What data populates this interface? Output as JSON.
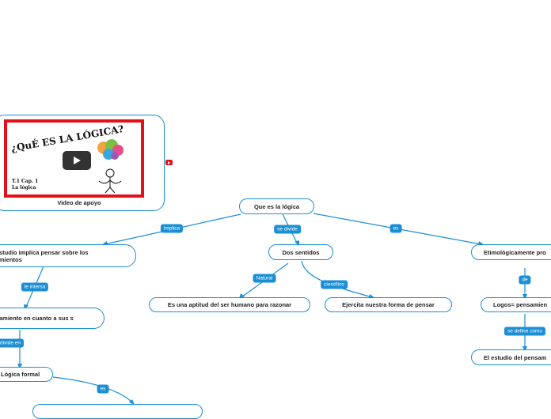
{
  "video": {
    "caption": "Video de apoyo",
    "thumbnail_title": "¿QuÉ ES LA LÓGICA?",
    "thumbnail_line1": "T.1 Cap. 1",
    "thumbnail_line2": "La lógica"
  },
  "nodes": {
    "root": "Que es la lógica",
    "dos_sentidos": "Dos sentidos",
    "aptitud": "Es una aptitud del ser humano para razonar",
    "ejercita": "Ejercita nuestra forma de pensar",
    "estudio": "studio implica pensar sobre los mientos",
    "pensamiento": "amiento en cuanto a sus s",
    "logica_formal": "Lógica formal",
    "etimologicamente": "Etimológicamente pro",
    "logos": "Logos= pensamien",
    "estudio_pensamiento": "El estudio del pensam"
  },
  "links": {
    "implica": "implica",
    "se_divide": "se divide",
    "es_right": "es",
    "natural": "Natural",
    "cientifico": "científico",
    "le_interesa": "le intersa",
    "divide_en": "divide en",
    "de": "de",
    "se_define_como": "se define como",
    "es_bottom": "es"
  },
  "colors": {
    "accent": "#1b8fd6",
    "thumbnail_border": "#e3101a"
  },
  "icons": [
    "play-icon",
    "youtube-icon"
  ]
}
